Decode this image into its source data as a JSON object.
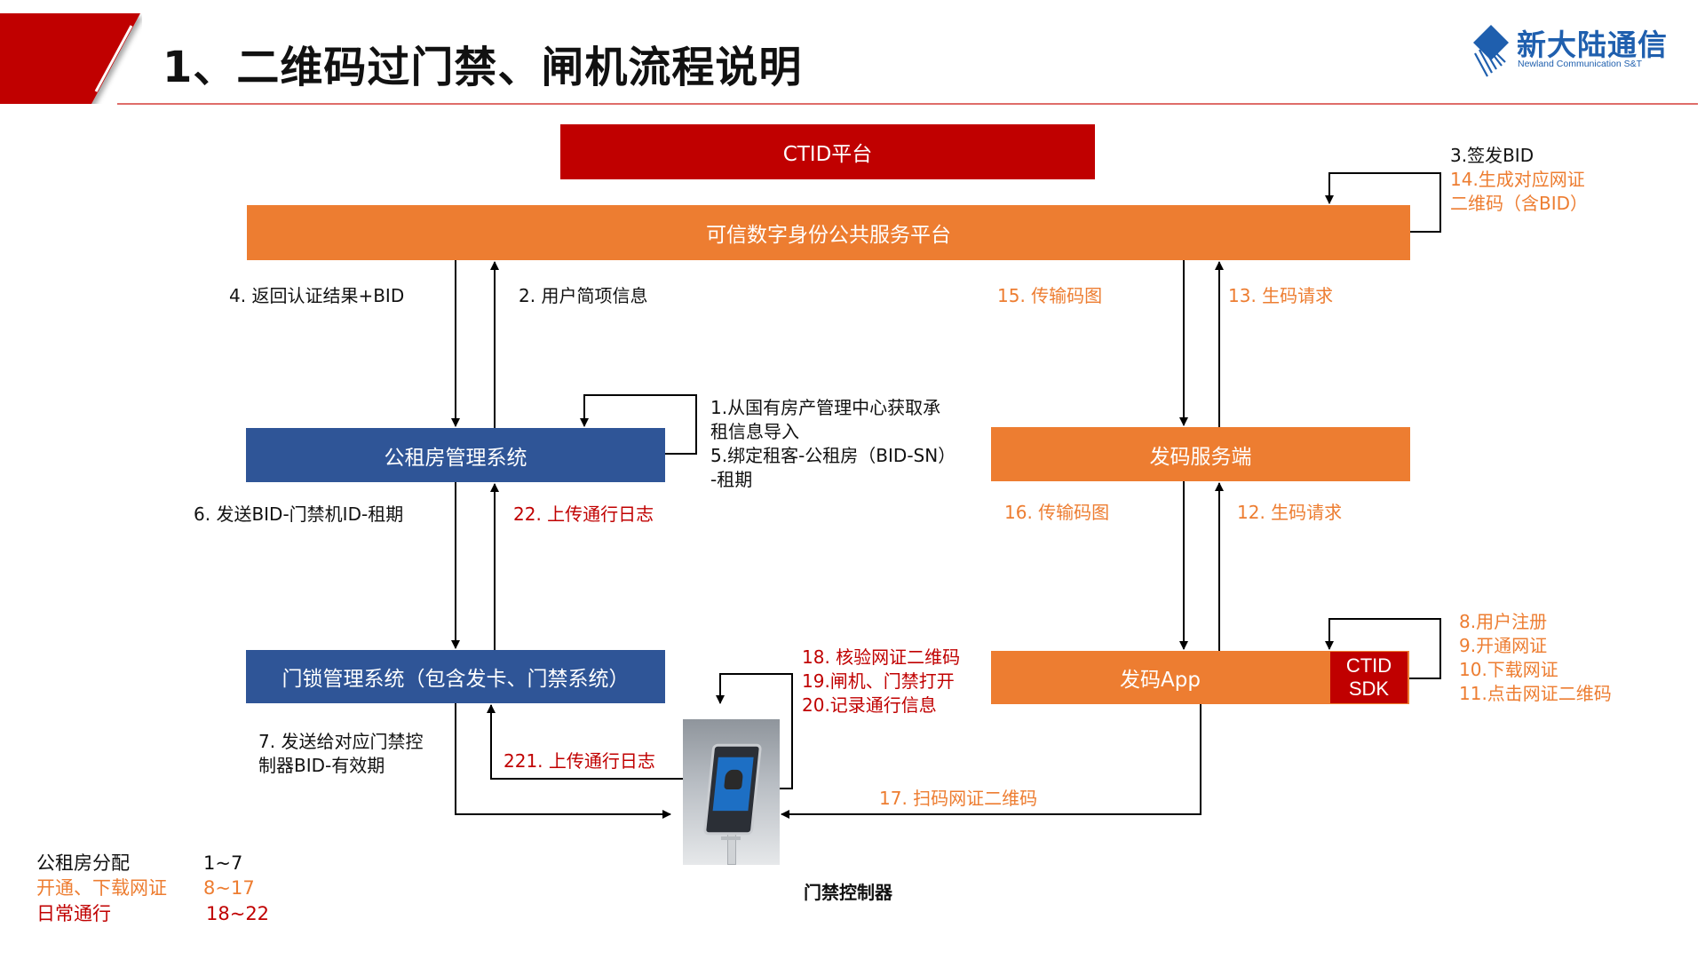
{
  "header": {
    "title": "1、二维码过门禁、闸机流程说明",
    "logo": {
      "name_cn": "新大陆通信",
      "name_en": "Newland Communication S&T",
      "color": "#1f5fae"
    }
  },
  "colors": {
    "red": "#c00000",
    "orange": "#ed7d31",
    "blue": "#2f5597",
    "text": "#111111"
  },
  "nodes": {
    "ctid_platform": "CTID平台",
    "trusted_id_platform": "可信数字身份公共服务平台",
    "public_housing_system": "公租房管理系统",
    "code_server": "发码服务端",
    "door_lock_system": "门锁管理系统（包含发卡、门禁系统）",
    "code_app": "发码App",
    "ctid_sdk": "CTID\nSDK",
    "ctid_sdk_line1": "CTID",
    "ctid_sdk_line2": "SDK",
    "access_controller": "门禁控制器"
  },
  "steps": {
    "s1": [
      "1.从国有房产管理中心获取承",
      "租信息导入",
      "5.绑定租客-公租房（BID-SN）",
      "-租期"
    ],
    "s2": "2. 用户简项信息",
    "s3": "3.签发BID",
    "s14": [
      "14.生成对应网证",
      "二维码（含BID）"
    ],
    "s4": "4. 返回认证结果+BID",
    "s6": "6. 发送BID-门禁机ID-租期",
    "s7": [
      "7. 发送给对应门禁控",
      "制器BID-有效期"
    ],
    "s8_11": [
      "8.用户注册",
      "9.开通网证",
      "10.下载网证",
      "11.点击网证二维码"
    ],
    "s12": "12. 生码请求",
    "s13": "13. 生码请求",
    "s15": "15. 传输码图",
    "s16": "16. 传输码图",
    "s17": "17. 扫码网证二维码",
    "s18_20": [
      "18. 核验网证二维码",
      "19.闸机、门禁打开",
      "20.记录通行信息"
    ],
    "s22": "22. 上传通行日志",
    "s221": "221. 上传通行日志"
  },
  "legend": [
    {
      "label": "公租房分配",
      "range": "1~7",
      "color": "#111111"
    },
    {
      "label": "开通、下载网证",
      "range": "8~17",
      "color": "#ed7d31"
    },
    {
      "label": "日常通行",
      "range": "18~22",
      "color": "#c00000"
    }
  ]
}
